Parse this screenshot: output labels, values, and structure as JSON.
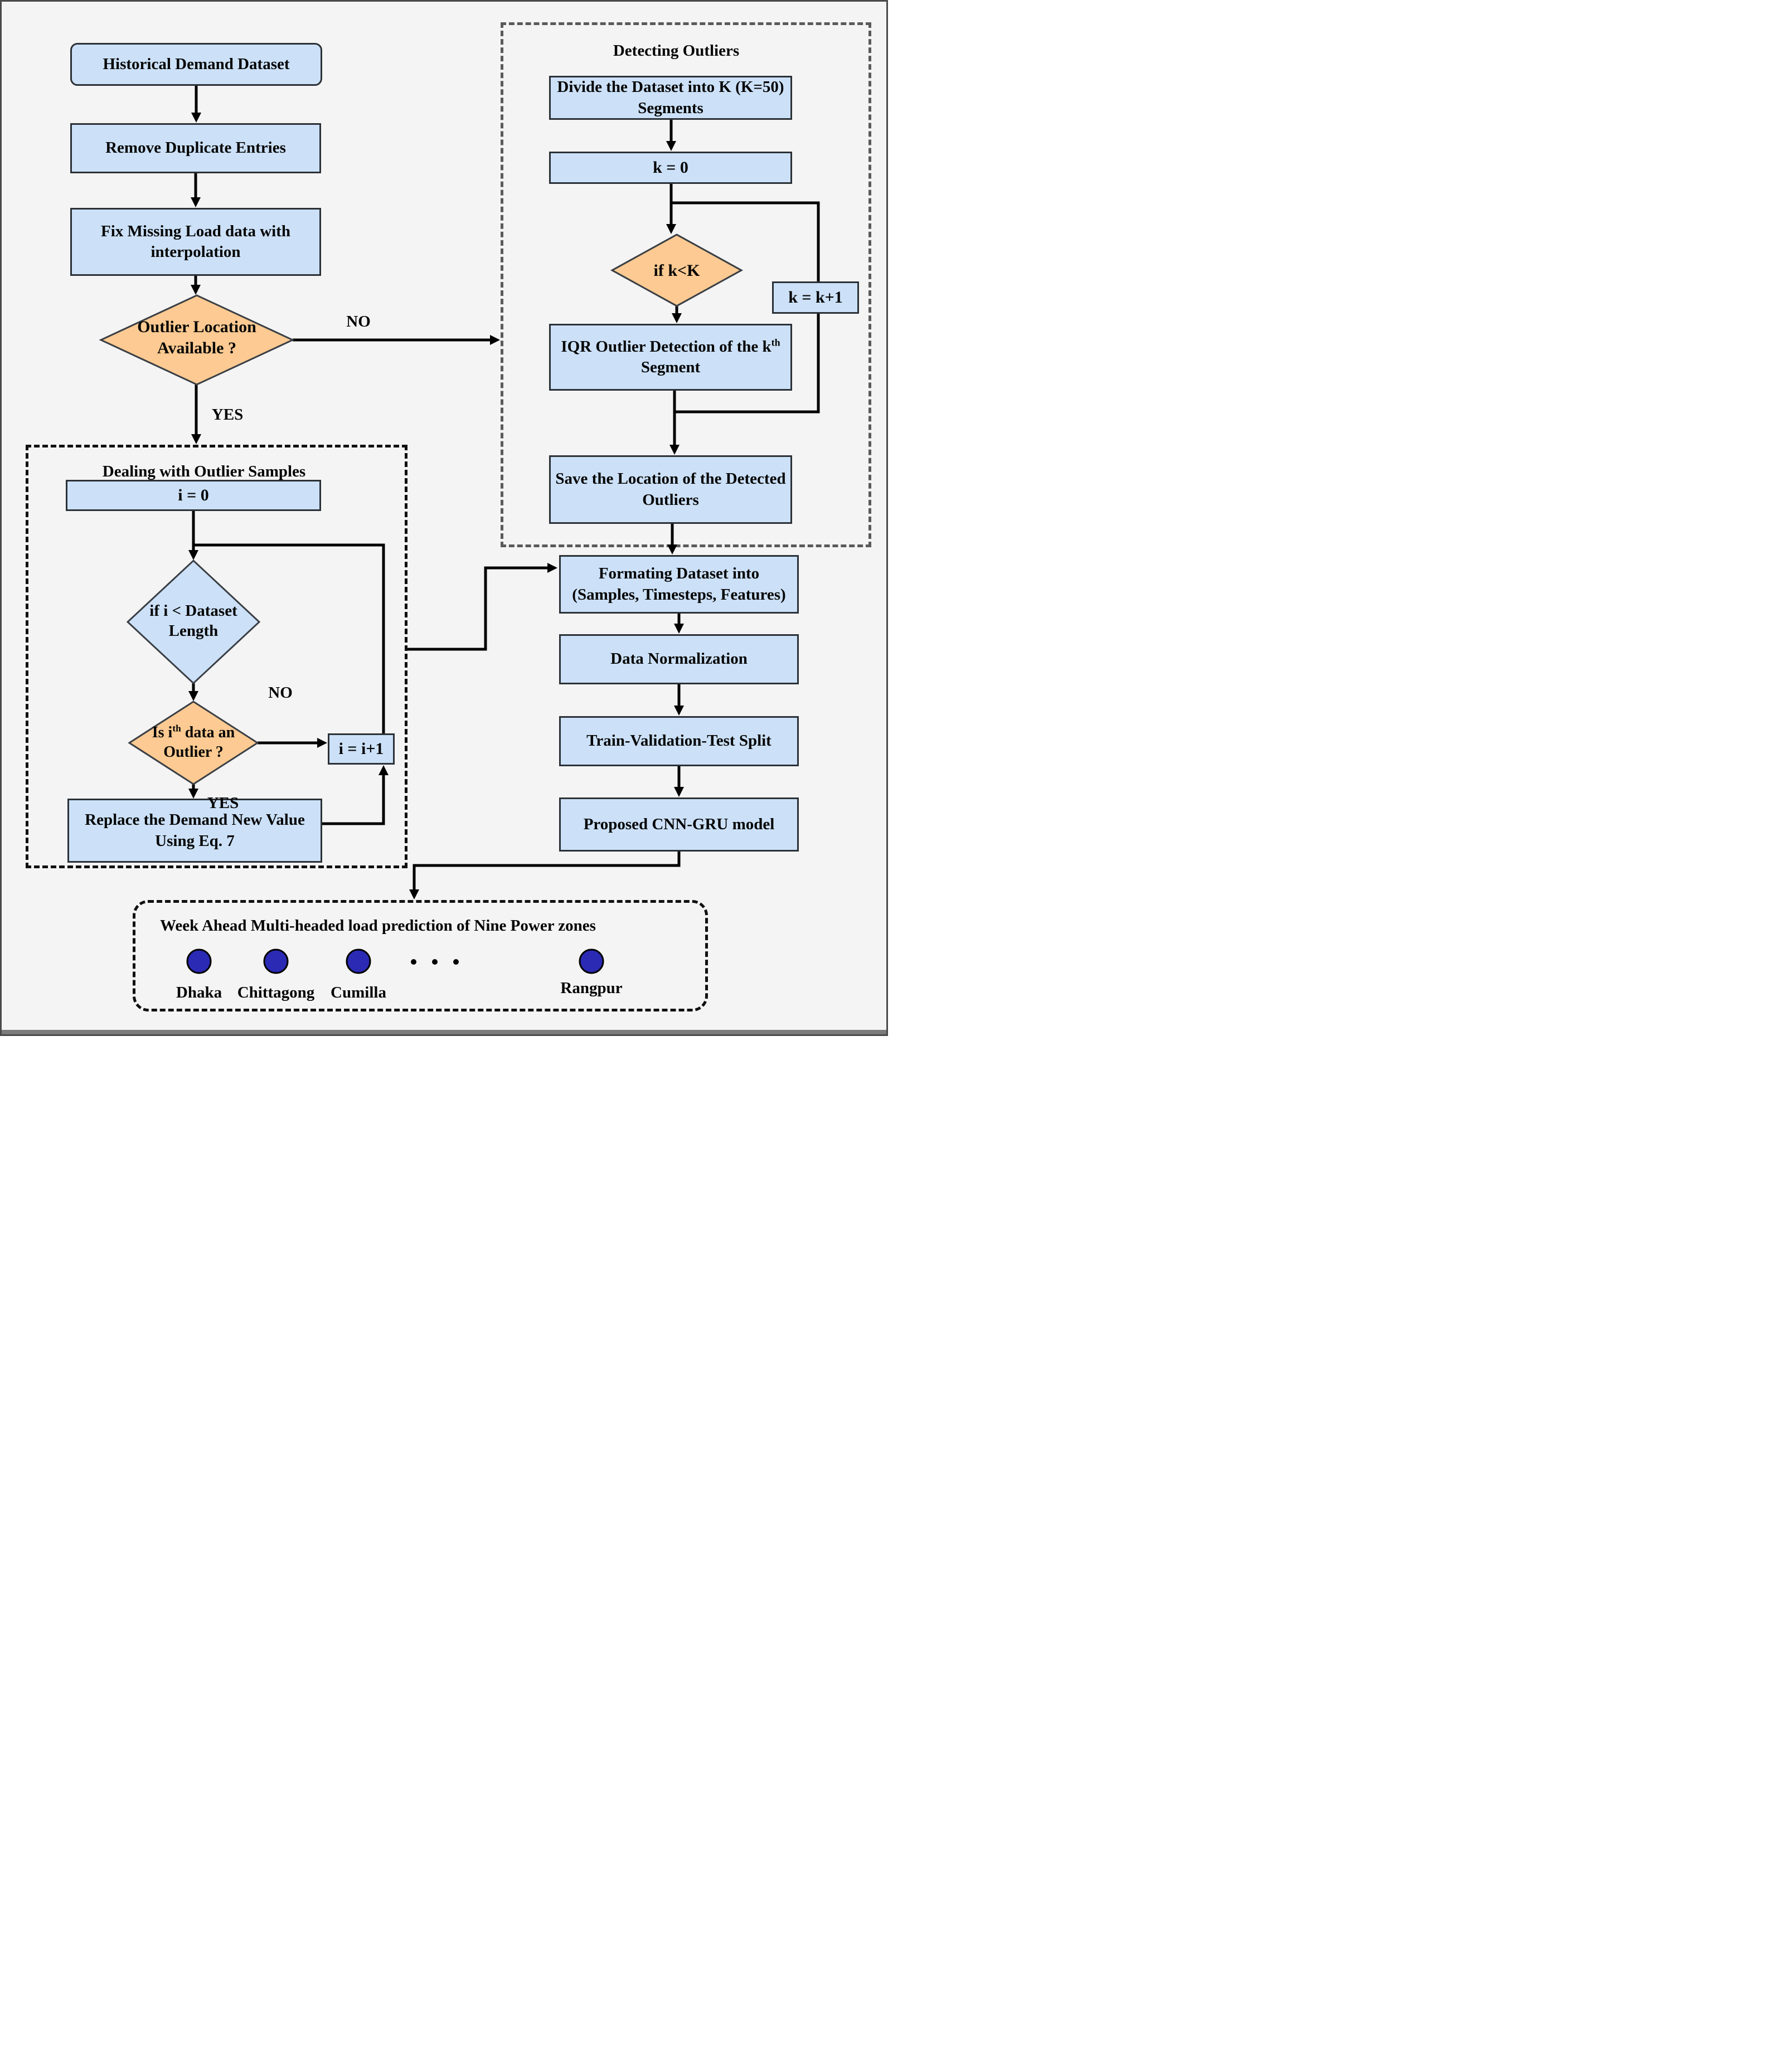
{
  "diagram": {
    "colors": {
      "background": "#f4f4f4",
      "process_box_fill": "#cce1f8",
      "decision_diamond_orange": "#fcca92",
      "decision_diamond_blue": "#cce1f8",
      "node_border": "#2b3137",
      "zone_circle_fill": "#2b2ab5",
      "line_color": "#000000"
    },
    "left_flow": {
      "historical": "Historical Demand Dataset",
      "remove_duplicates": "Remove Duplicate Entries",
      "fix_line1": "Fix Missing Load data with",
      "fix_line2": "interpolation",
      "outlier_loc_line1": "Outlier Location",
      "outlier_loc_line2": "Available ?",
      "no_label": "NO",
      "yes_label": "YES"
    },
    "detecting": {
      "title": "Detecting Outliers",
      "divide_line1": "Divide the Dataset into K (K=50)",
      "divide_line2": "Segments",
      "k_init": "k = 0",
      "if_k": "if k<K",
      "k_increment": "k = k+1",
      "iqr_pre": "IQR Outlier Detection of the k",
      "iqr_sup": "th",
      "iqr_line2": "Segment",
      "save_line1": "Save the Location of the Detected",
      "save_line2": "Outliers"
    },
    "dealing": {
      "title": "Dealing with Outlier Samples",
      "i_init": "i = 0",
      "if_i_line1": "if i < Dataset",
      "if_i_line2": "Length",
      "is_ith_pre": "Is i",
      "is_ith_sup": "th",
      "is_ith_post": " data an",
      "is_ith_line2": "Outlier ?",
      "no_label": "NO",
      "yes_label": "YES",
      "i_increment": "i = i+1",
      "replace_line1": "Replace the Demand New Value",
      "replace_line2": "Using Eq. 7"
    },
    "pipeline": {
      "formating_line1": "Formating Dataset into",
      "formating_line2": "(Samples, Timesteps, Features)",
      "normalization": "Data Normalization",
      "split": "Train-Validation-Test Split",
      "model": "Proposed CNN-GRU model"
    },
    "output": {
      "title": "Week Ahead Multi-headed load prediction of Nine Power zones",
      "zones": [
        "Dhaka",
        "Chittagong",
        "Cumilla",
        "Rangpur"
      ]
    }
  }
}
